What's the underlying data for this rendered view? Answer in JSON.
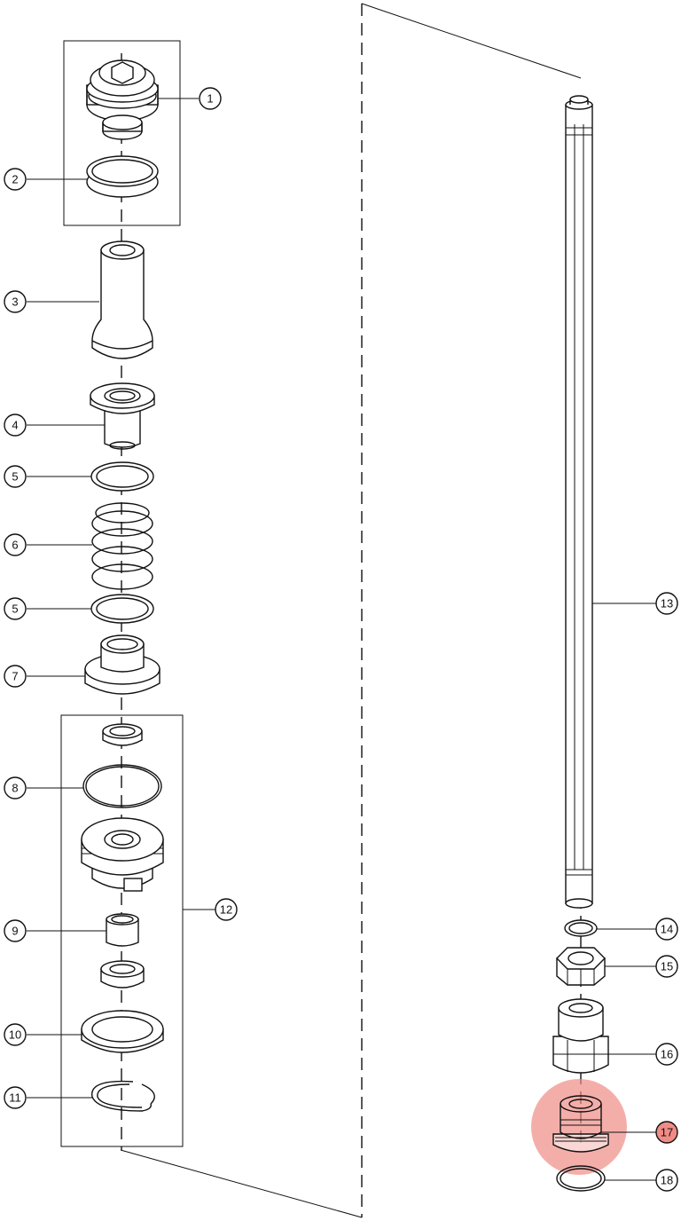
{
  "diagram": {
    "highlight_color": "#f08b86",
    "callouts": [
      {
        "id": "1",
        "label": "1"
      },
      {
        "id": "2",
        "label": "2"
      },
      {
        "id": "3",
        "label": "3"
      },
      {
        "id": "4",
        "label": "4"
      },
      {
        "id": "5a",
        "label": "5"
      },
      {
        "id": "6",
        "label": "6"
      },
      {
        "id": "5b",
        "label": "5"
      },
      {
        "id": "7",
        "label": "7"
      },
      {
        "id": "8",
        "label": "8"
      },
      {
        "id": "9",
        "label": "9"
      },
      {
        "id": "10",
        "label": "10"
      },
      {
        "id": "11",
        "label": "11"
      },
      {
        "id": "12",
        "label": "12"
      },
      {
        "id": "13",
        "label": "13"
      },
      {
        "id": "14",
        "label": "14"
      },
      {
        "id": "15",
        "label": "15"
      },
      {
        "id": "16",
        "label": "16"
      },
      {
        "id": "17",
        "label": "17",
        "highlighted": true
      },
      {
        "id": "18",
        "label": "18"
      }
    ]
  }
}
